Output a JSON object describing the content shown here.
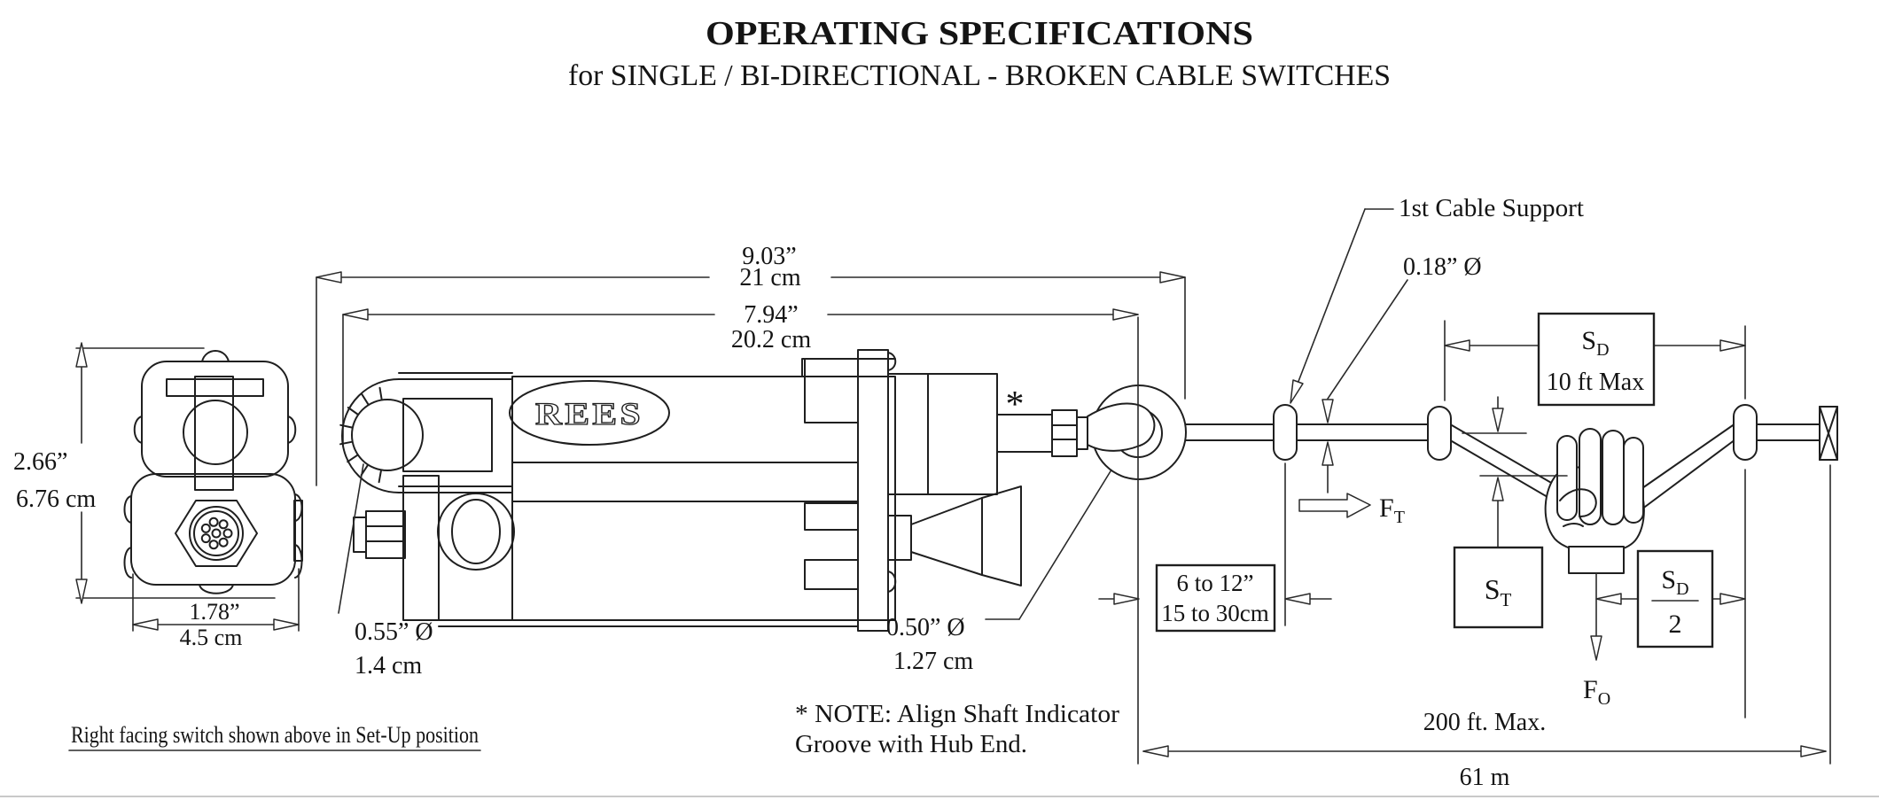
{
  "title": {
    "line1": "OPERATING SPECIFICATIONS",
    "line2": "for SINGLE / BI-DIRECTIONAL - BROKEN CABLE SWITCHES"
  },
  "front_view": {
    "height_in": "2.66”",
    "height_cm": "6.76 cm",
    "width_in": "1.78”",
    "width_cm": "4.5 cm",
    "caption": "Right facing switch shown above in Set-Up position"
  },
  "side_view": {
    "overall_in": "9.03”",
    "overall_cm": "21 cm",
    "hub_in": "7.94”",
    "hub_cm": "20.2 cm",
    "eyelet_dia_in": "0.55” Ø",
    "eyelet_dia_cm": "1.4 cm",
    "ring_dia_in": "0.50” Ø",
    "ring_dia_cm": "1.27 cm",
    "logo": "REES",
    "shaft_note_marker": "*",
    "note_line1": "* NOTE: Align Shaft Indicator",
    "note_line2": "Groove with Hub End."
  },
  "cable_run": {
    "support_label": "1st Cable Support",
    "cable_dia": "0.18” Ø",
    "first_span_in": "6 to 12”",
    "first_span_cm": "15 to 30cm",
    "sd_symbol": "S",
    "sd_sub": "D",
    "sd_max": "10 ft Max",
    "st_symbol": "S",
    "st_sub": "T",
    "sd2_num_symbol": "S",
    "sd2_num_sub": "D",
    "sd2_denom": "2",
    "ft_symbol": "F",
    "ft_sub": "T",
    "fo_symbol": "F",
    "fo_sub": "O",
    "total_ft": "200 ft. Max.",
    "total_m": "61 m"
  }
}
